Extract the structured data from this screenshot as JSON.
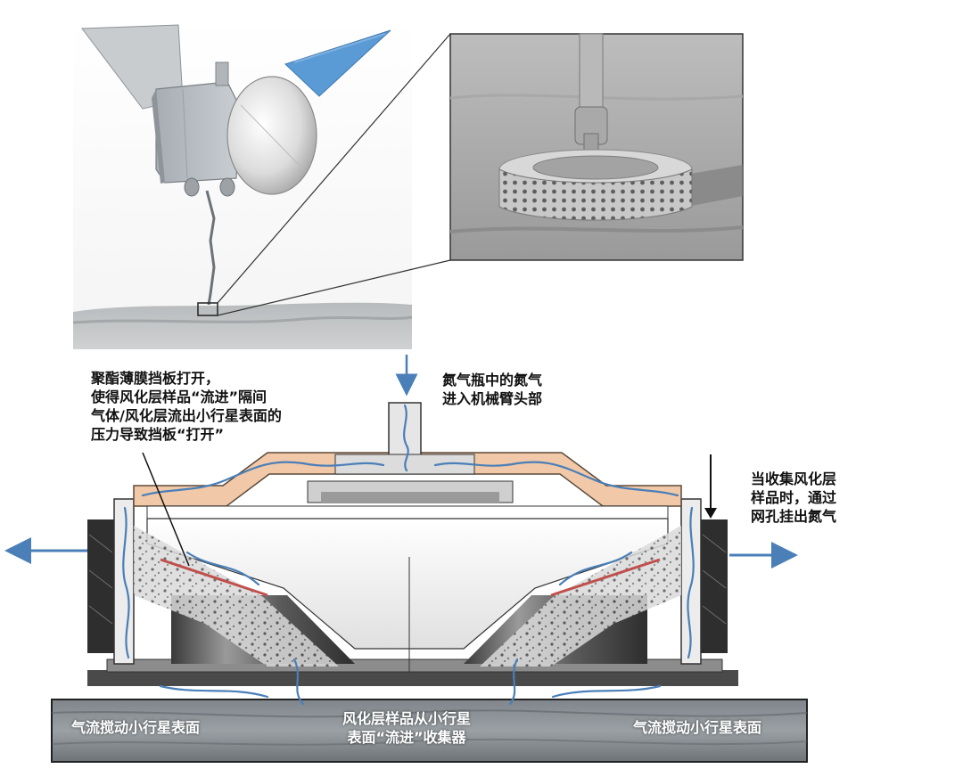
{
  "labels": {
    "shutter": [
      "聚酯薄膜挡板打开，",
      "使得风化层样品“流进”隔间",
      "气体/风化层流出小行星表面的",
      "压力导致挡板“打开”"
    ],
    "nitrogen_in": [
      "氮气瓶中的氮气",
      "进入机械臂头部"
    ],
    "nitrogen_out": [
      "当收集风化层",
      "样品时，通过",
      "网孔挂出氮气"
    ],
    "ground_left": "气流搅动小行星表面",
    "ground_center": [
      "风化层样品从小行星",
      "表面“流进”收集器"
    ],
    "ground_right": "气流搅动小行星表面"
  },
  "colors": {
    "gas_flow": "#4a7fb8",
    "solar_panel": "#5b9bd5",
    "tube_fill": "#f2c9a8",
    "ground": "#8f959a"
  },
  "icons": [
    "spacecraft-illustration",
    "sampler-head-closeup",
    "flow-arrow-left",
    "flow-arrow-right",
    "flow-arrow-down"
  ]
}
